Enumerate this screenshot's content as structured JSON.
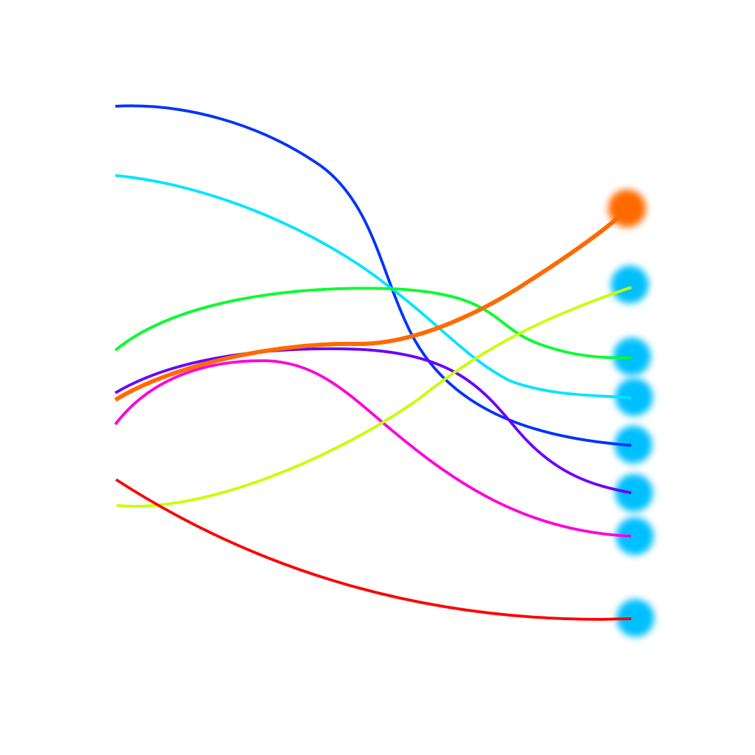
{
  "diagram": {
    "type": "line-matching",
    "background_color": "#ffffff",
    "curves": [
      {
        "name": "blue",
        "color": "#0033ff",
        "ends_at_node": "node-5"
      },
      {
        "name": "cyan",
        "color": "#00e5ff",
        "ends_at_node": "node-4"
      },
      {
        "name": "green",
        "color": "#00ff2a",
        "ends_at_node": "node-3"
      },
      {
        "name": "violet",
        "color": "#6a00ff",
        "ends_at_node": "node-6"
      },
      {
        "name": "orange",
        "color": "#ff6a00",
        "ends_at_node": "node-1"
      },
      {
        "name": "magenta",
        "color": "#ff00dd",
        "ends_at_node": "node-7"
      },
      {
        "name": "lime",
        "color": "#c8ff00",
        "ends_at_node": "node-2"
      },
      {
        "name": "red",
        "color": "#ff0000",
        "ends_at_node": "node-8"
      }
    ],
    "nodes": [
      {
        "name": "node-1",
        "color": "#ff6a00",
        "style": "blurred-circle"
      },
      {
        "name": "node-2",
        "color": "#00bfff",
        "style": "blurred-circle"
      },
      {
        "name": "node-3",
        "color": "#00bfff",
        "style": "blurred-circle"
      },
      {
        "name": "node-4",
        "color": "#00bfff",
        "style": "blurred-circle"
      },
      {
        "name": "node-5",
        "color": "#00bfff",
        "style": "blurred-circle"
      },
      {
        "name": "node-6",
        "color": "#00bfff",
        "style": "blurred-circle"
      },
      {
        "name": "node-7",
        "color": "#00bfff",
        "style": "blurred-circle"
      },
      {
        "name": "node-8",
        "color": "#00bfff",
        "style": "blurred-circle"
      }
    ]
  }
}
